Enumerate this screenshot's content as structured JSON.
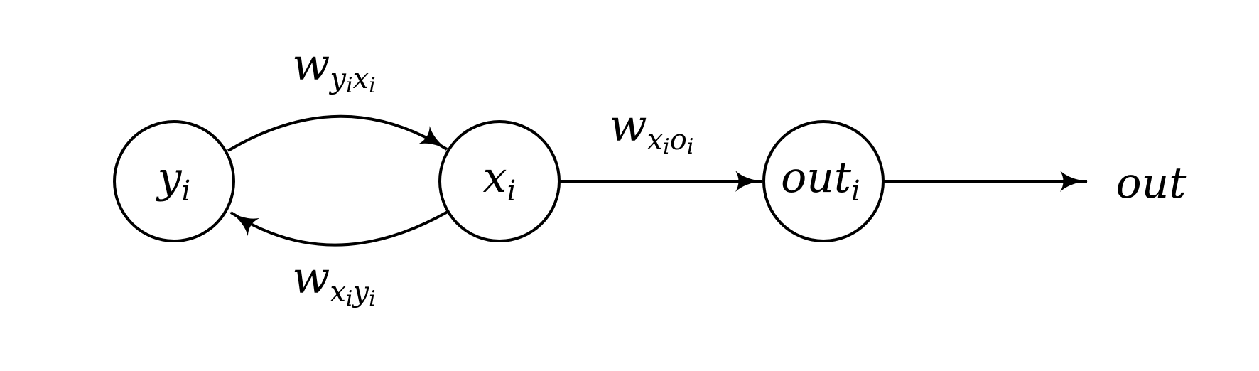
{
  "nodes": {
    "y": {
      "base": "y",
      "sub": "i"
    },
    "x": {
      "base": "x",
      "sub": "i"
    },
    "out_i": {
      "base": "out",
      "sub": "i"
    },
    "out": {
      "label": "out"
    }
  },
  "edges": {
    "y_to_x": {
      "base": "w",
      "sub1": "y",
      "sub1_sub": "i",
      "sub2": "x",
      "sub2_sub": "i"
    },
    "x_to_y": {
      "base": "w",
      "sub1": "x",
      "sub1_sub": "i",
      "sub2": "y",
      "sub2_sub": "i"
    },
    "x_to_out": {
      "base": "w",
      "sub1": "x",
      "sub1_sub": "i",
      "sub2": "o",
      "sub2_sub": "i"
    }
  },
  "colors": {
    "stroke": "#000000",
    "background": "#ffffff"
  }
}
